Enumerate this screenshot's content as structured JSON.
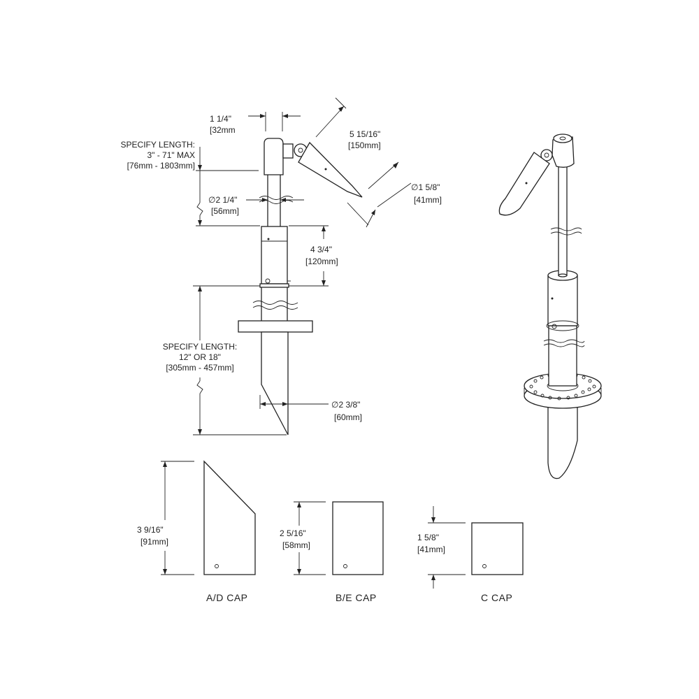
{
  "dimensions": {
    "width": {
      "imperial": "1 1/4\"",
      "metric": "[32mm"
    },
    "length": {
      "imperial": "5 15/16\"",
      "metric": "[150mm]"
    },
    "rod_length": {
      "line1": "SPECIFY LENGTH:",
      "line2": "3\" - 71\" MAX",
      "line3": "[76mm - 1803mm]"
    },
    "rod_diameter": {
      "imperial": "2 1/4\"",
      "metric": "[56mm]"
    },
    "head_diameter": {
      "imperial": "1 5/8\"",
      "metric": "[41mm]"
    },
    "sleeve_height": {
      "imperial": "4 3/4\"",
      "metric": "[120mm]"
    },
    "stake_length": {
      "line1": "SPECIFY LENGTH:",
      "line2": "12\" OR 18\"",
      "line3": "[305mm - 457mm]"
    },
    "stake_diameter": {
      "imperial": "2 3/8\"",
      "metric": "[60mm]"
    }
  },
  "diameter_symbol": "∅",
  "caps": [
    {
      "label": "A/D CAP",
      "imperial": "3 9/16\"",
      "metric": "[91mm]"
    },
    {
      "label": "B/E CAP",
      "imperial": "2 5/16\"",
      "metric": "[58mm]"
    },
    {
      "label": "C CAP",
      "imperial": "1 5/8\"",
      "metric": "[41mm]"
    }
  ]
}
